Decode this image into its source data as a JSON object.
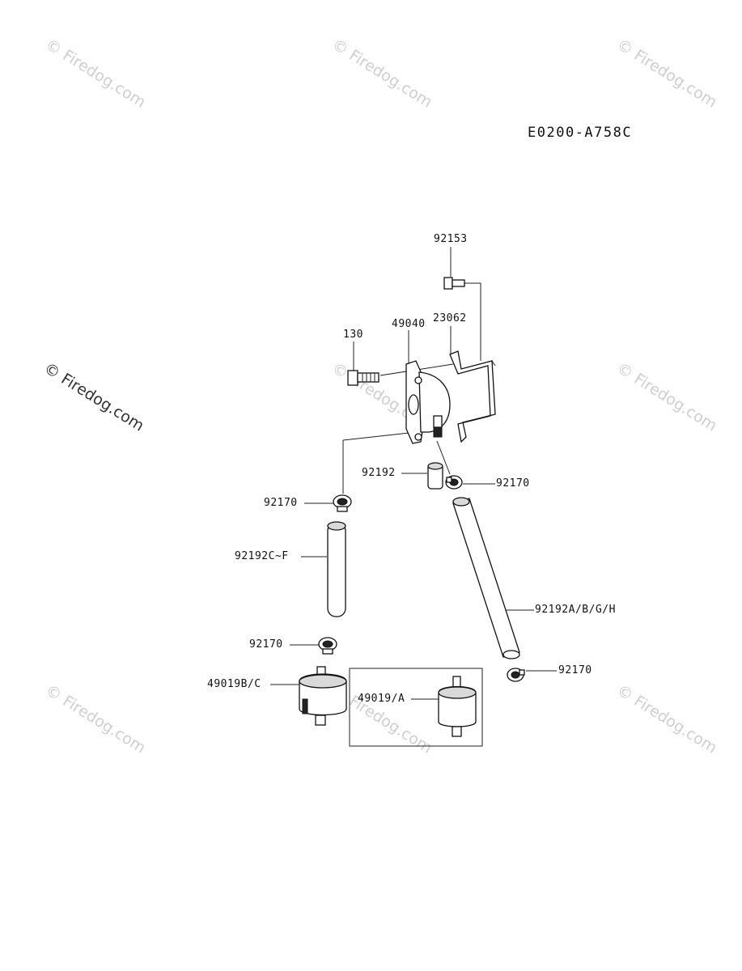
{
  "diagram_code": "E0200-A758C",
  "watermark": "© Firedog.com",
  "labels": {
    "bolt_top": "92153",
    "bracket": "23062",
    "pump": "49040",
    "bolt_left": "130",
    "hose_short": "92192",
    "clamp_right_upper": "92170",
    "clamp_left_upper": "92170",
    "hose_left": "92192C~F",
    "hose_right": "92192A/B/G/H",
    "clamp_left_lower": "92170",
    "clamp_right_lower": "92170",
    "filter_left": "49019B/C",
    "filter_inset": "49019/A"
  }
}
